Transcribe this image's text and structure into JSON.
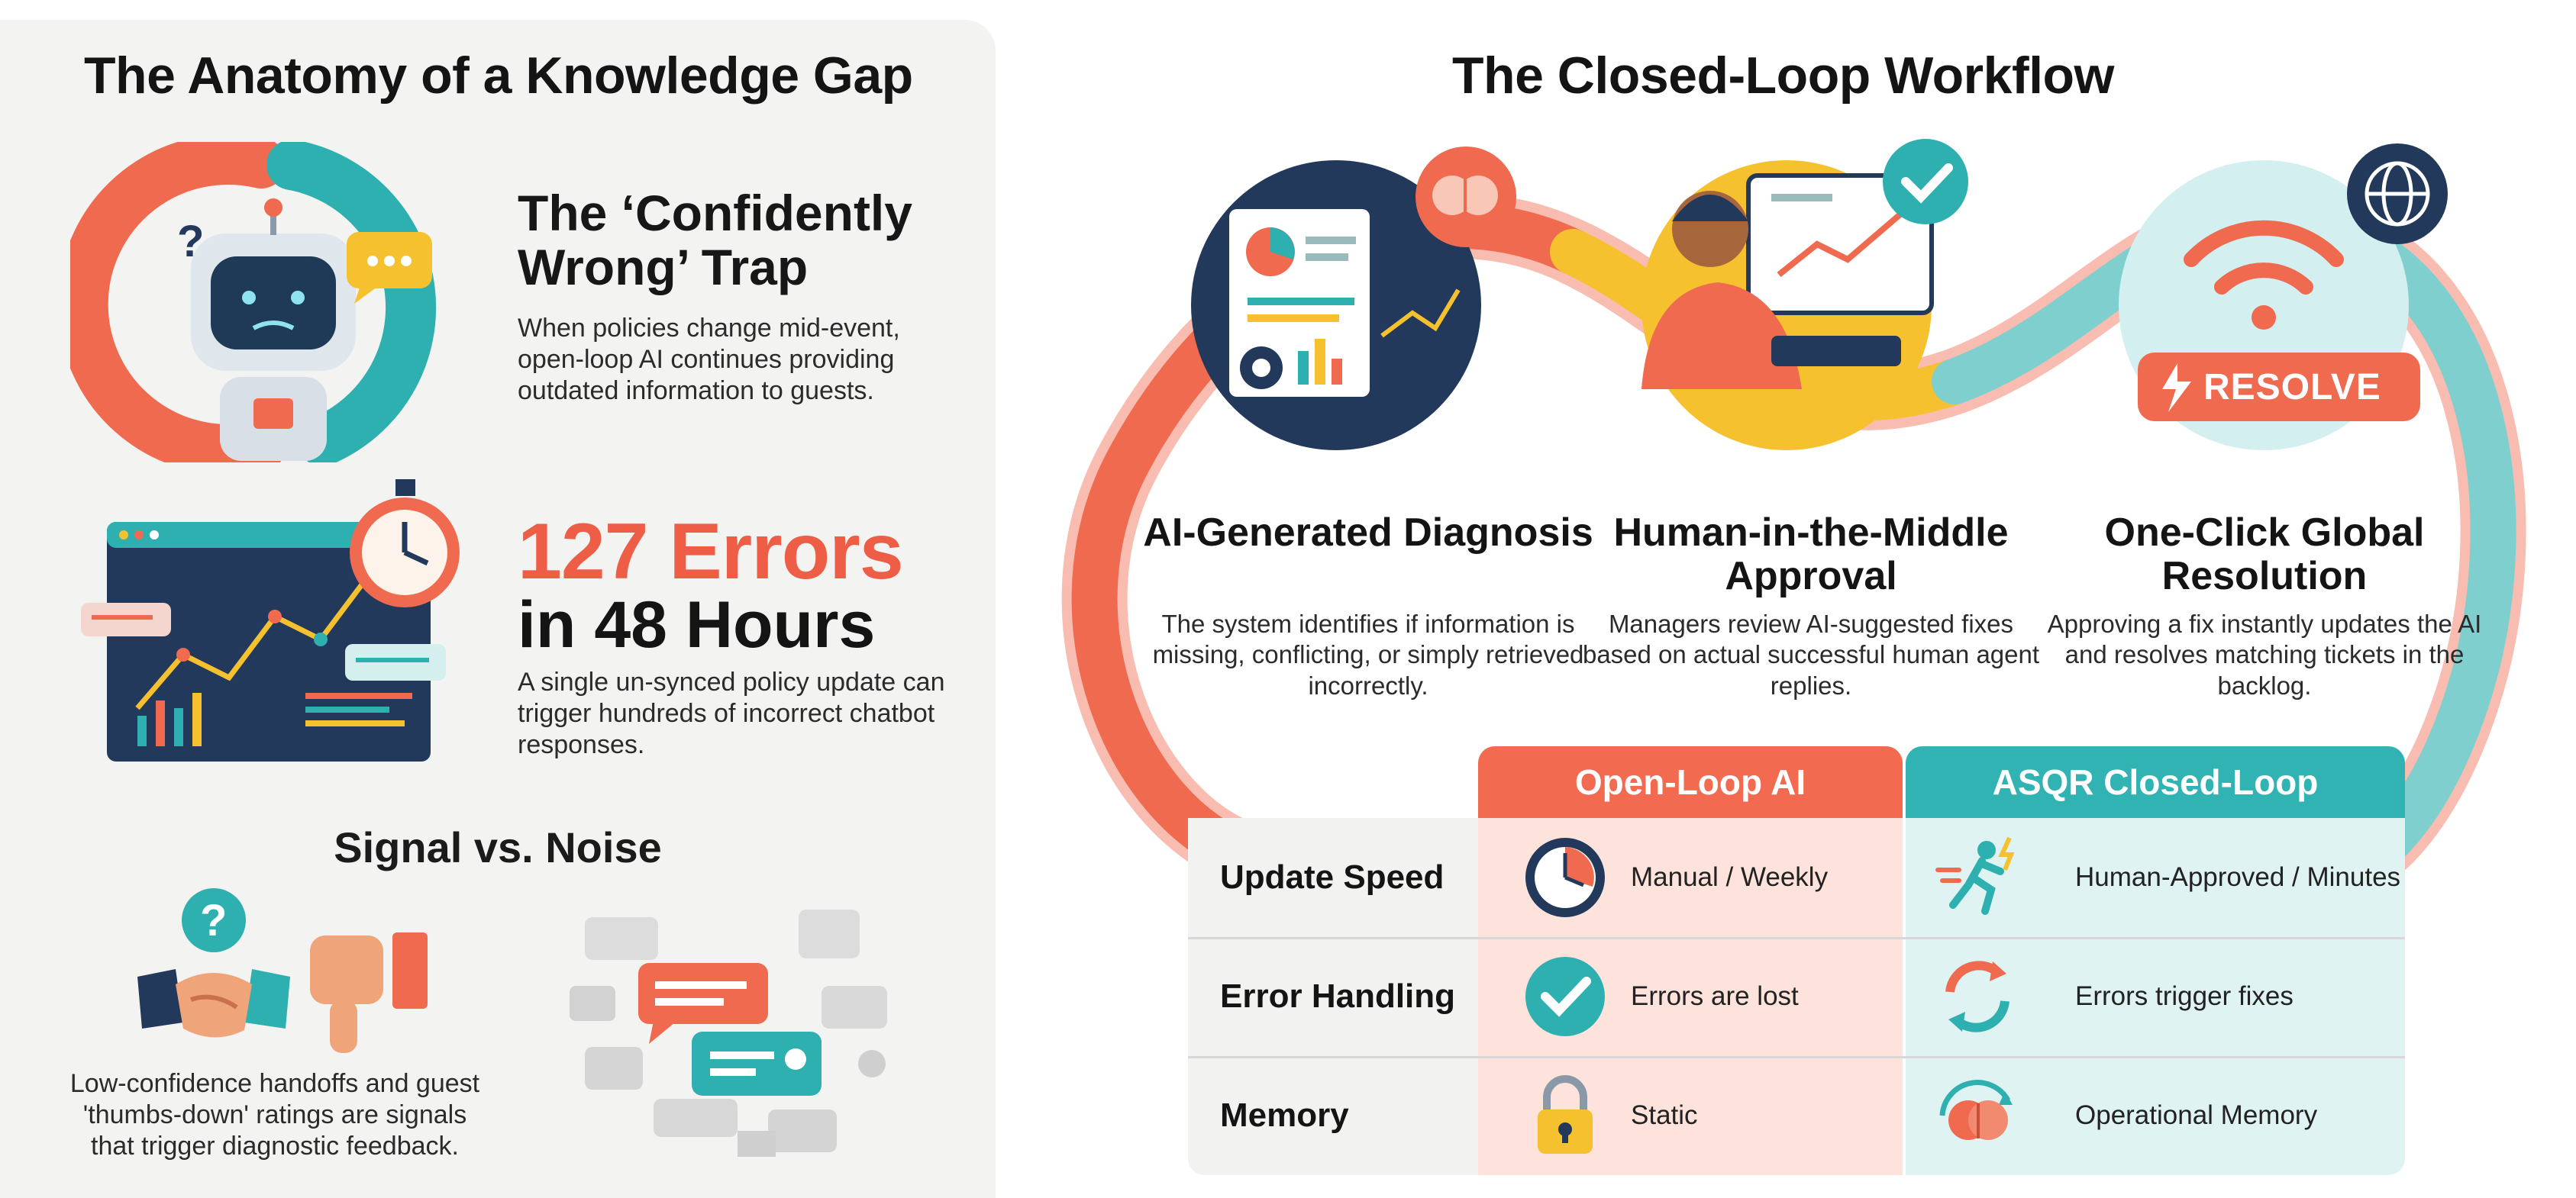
{
  "left": {
    "title": "The Anatomy of a Knowledge Gap",
    "trap": {
      "heading": "The ‘Confidently Wrong’ Trap",
      "text": "When policies change mid-event, open-loop AI continues providing outdated information to guests."
    },
    "errors": {
      "number": "127 Errors",
      "period": "in 48 Hours",
      "text": "A single un-synced policy update can trigger hundreds of incorrect chatbot responses."
    },
    "signal": {
      "heading": "Signal vs. Noise",
      "text": "Low-confidence handoffs and guest 'thumbs-down' ratings are signals that trigger diagnostic feedback."
    },
    "icons": [
      "robot-icon",
      "question-icon",
      "chat-bubble-icon",
      "stopwatch-icon",
      "dashboard-icon",
      "handshake-icon",
      "thumbs-down-icon",
      "message-cloud-icon"
    ]
  },
  "right": {
    "title": "The Closed-Loop Workflow",
    "steps": [
      {
        "title": "AI-Generated Diagnosis",
        "text": "The system identifies if information is missing, conflicting, or simply retrieved incorrectly.",
        "icon": "brain-icon"
      },
      {
        "title": "Human-in-the-Middle Approval",
        "text": "Managers review AI-suggested fixes based on actual successful human agent replies.",
        "icon": "checkmark-icon"
      },
      {
        "title": "One-Click Global Resolution",
        "text": "Approving a fix instantly updates the AI and resolves matching tickets in the backlog.",
        "icon": "globe-icon"
      }
    ],
    "resolve_label": "RESOLVE",
    "table": {
      "columns": [
        "Open-Loop AI",
        "ASQR Closed-Loop"
      ],
      "rows": [
        {
          "label": "Update Speed",
          "open": "Manual / Weekly",
          "asqr": "Human-Approved / Minutes",
          "open_icon": "clock-icon",
          "asqr_icon": "runner-icon"
        },
        {
          "label": "Error Handling",
          "open": "Errors are lost",
          "asqr": "Errors trigger fixes",
          "open_icon": "check-circle-icon",
          "asqr_icon": "cycle-arrows-icon"
        },
        {
          "label": "Memory",
          "open": "Static",
          "asqr": "Operational Memory",
          "open_icon": "padlock-icon",
          "asqr_icon": "brain-icon"
        }
      ]
    }
  },
  "colors": {
    "coral": "#f26a4f",
    "teal": "#31b3b3",
    "yellow": "#f6c12e",
    "navy": "#23395b",
    "panel": "#f3f3f2"
  }
}
